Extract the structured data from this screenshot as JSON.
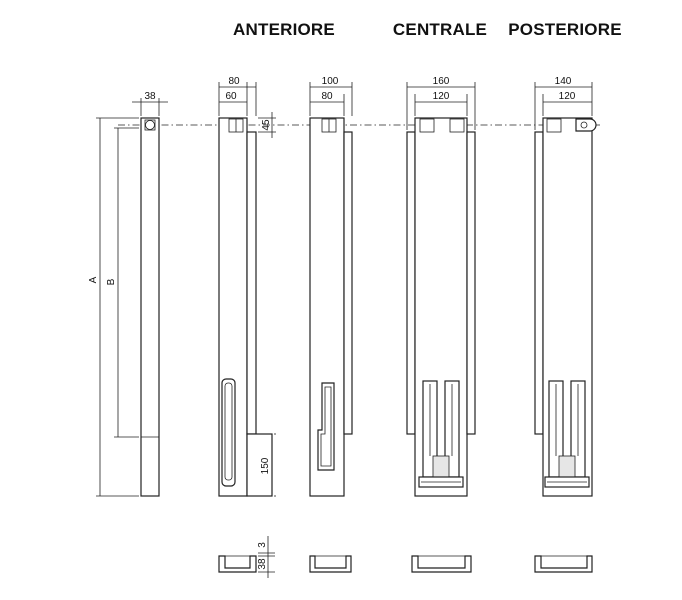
{
  "sections": {
    "front": "ANTERIORE",
    "center": "CENTRALE",
    "rear": "POSTERIORE"
  },
  "dimensions": {
    "side_width": "38",
    "overall_height": "A",
    "inner_height": "B",
    "front1_outer": "80",
    "front1_inner": "60",
    "bracket_offset": "45",
    "bottom_height": "150",
    "front2_outer": "100",
    "front2_inner": "80",
    "center_outer": "160",
    "center_inner": "120",
    "rear_outer": "140",
    "rear_inner": "120",
    "profile_lip": "3",
    "profile_depth": "38"
  }
}
